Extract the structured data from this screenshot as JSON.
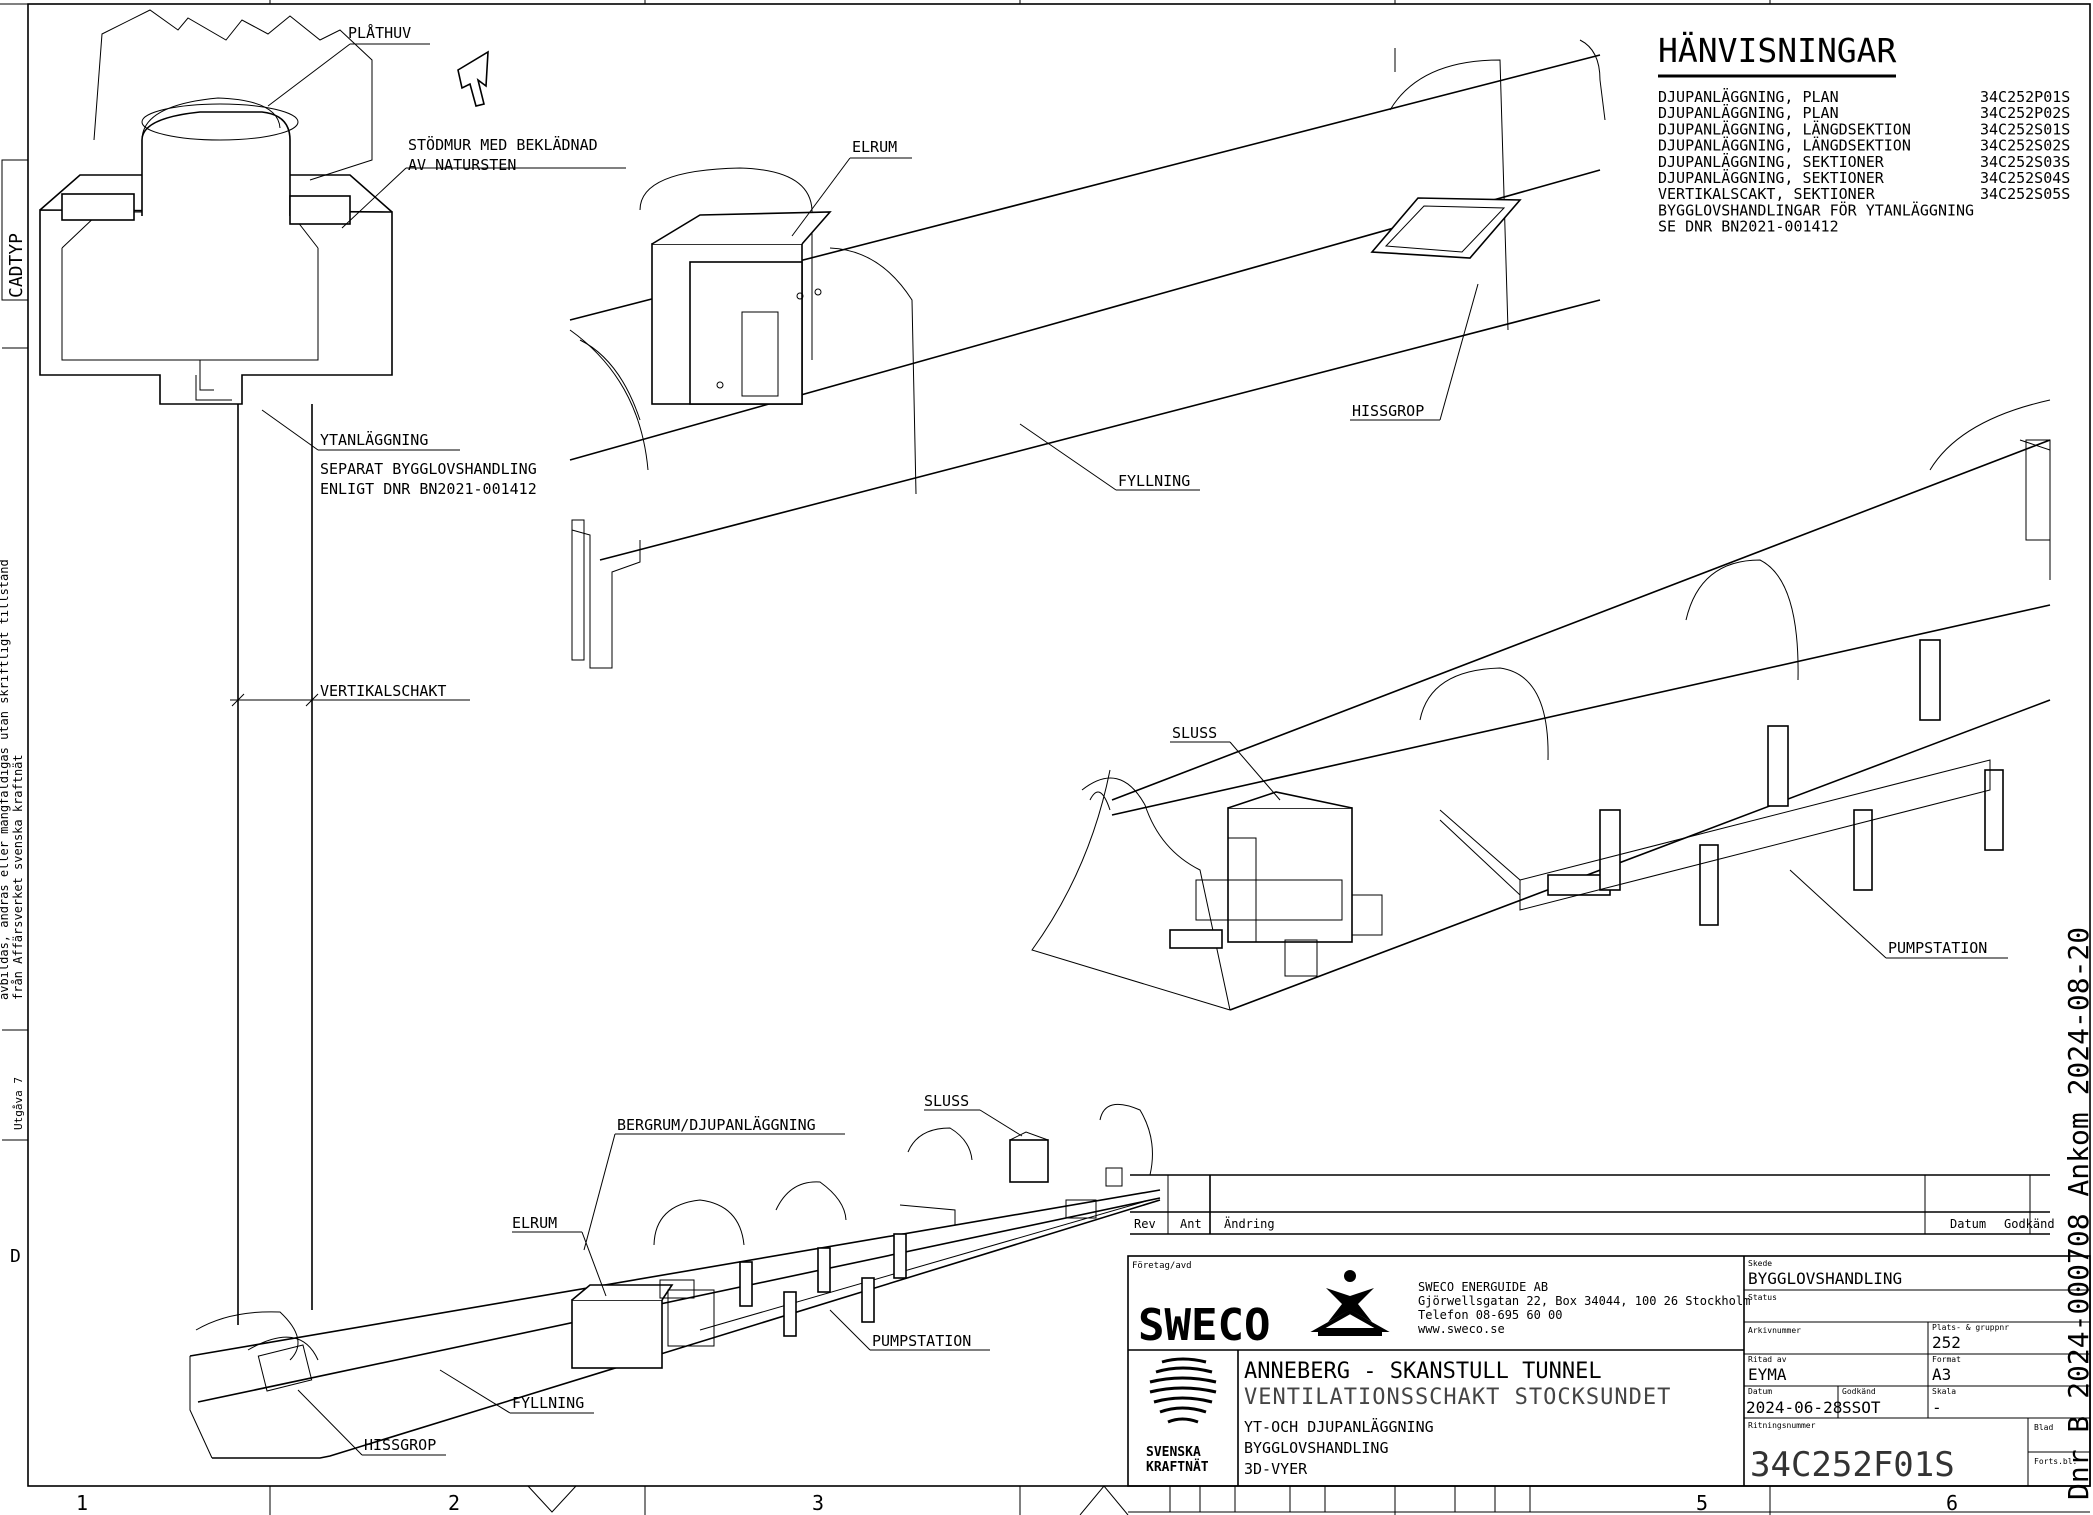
{
  "labels": {
    "plathuv": "PLÅTHUV",
    "stodmur_1": "STÖDMUR MED BEKLÄDNAD",
    "stodmur_2": "AV NATURSTEN",
    "elrum_top": "ELRUM",
    "ytanlaggning": "YTANLÄGGNING",
    "separat_1": "SEPARAT BYGGLOVSHANDLING",
    "separat_2": "ENLIGT DNR BN2021-001412",
    "hissgrop_top": "HISSGROP",
    "fyllning_top": "FYLLNING",
    "vertikalschakt": "VERTIKALSCHAKT",
    "sluss_right": "SLUSS",
    "pumpstation_right": "PUMPSTATION",
    "bergrum": "BERGRUM/DJUPANLÄGGNING",
    "sluss_bottom": "SLUSS",
    "elrum_bottom": "ELRUM",
    "pumpstation_bottom": "PUMPSTATION",
    "fyllning_bottom": "FYLLNING",
    "hissgrop_bottom": "HISSGROP"
  },
  "references": {
    "title": "HÄNVISNINGAR",
    "rows": [
      {
        "text": "DJUPANLÄGGNING, PLAN",
        "code": "34C252P01S"
      },
      {
        "text": "DJUPANLÄGGNING, PLAN",
        "code": "34C252P02S"
      },
      {
        "text": "DJUPANLÄGGNING, LÄNGDSEKTION",
        "code": "34C252S01S"
      },
      {
        "text": "DJUPANLÄGGNING, LÄNGDSEKTION",
        "code": "34C252S02S"
      },
      {
        "text": "DJUPANLÄGGNING, SEKTIONER",
        "code": "34C252S03S"
      },
      {
        "text": "DJUPANLÄGGNING, SEKTIONER",
        "code": "34C252S04S"
      },
      {
        "text": "VERTIKALSCAKT,  SEKTIONER",
        "code": "34C252S05S"
      },
      {
        "text": "BYGGLOVSHANDLINGAR FÖR YTANLÄGGNING",
        "code": ""
      },
      {
        "text": "SE DNR BN2021-001412",
        "code": ""
      }
    ]
  },
  "left_margin": {
    "cadtyp": "CADTYP",
    "note_1": "avbildas, ändras eller mångfaldigas utan skriftligt tillstånd",
    "note_2": "från Affärsverket svenska kraftnät",
    "utgava": "Utgåva 7",
    "d_mark": "D"
  },
  "right_margin": {
    "stamp": "Dnr B 2024-000708 Ankom 2024-08-20"
  },
  "grid": {
    "columns": [
      "1",
      "2",
      "3",
      "5",
      "6"
    ]
  },
  "revision": {
    "rev": "Rev",
    "ant": "Ant",
    "andring": "Ändring",
    "datum": "Datum",
    "godkand": "Godkänd"
  },
  "titleblock": {
    "foretag_label": "Företag/avd",
    "company_logo": "SWECO",
    "company_name": "SWECO ENERGUIDE AB",
    "company_address": "Gjörwellsgatan 22, Box 34044, 100 26 Stockholm",
    "company_phone": "Telefon 08-695 60 00",
    "company_web": "www.sweco.se",
    "owner_1": "SVENSKA",
    "owner_2": "KRAFTNÄT",
    "project": "ANNEBERG - SKANSTULL TUNNEL",
    "subproject": "VENTILATIONSSCHAKT STOCKSUNDET",
    "desc_1": "YT-OCH DJUPANLÄGGNING",
    "desc_2": "BYGGLOVSHANDLING",
    "desc_3": "3D-VYER",
    "skede_label": "Skede",
    "skede": "BYGGLOVSHANDLING",
    "status_label": "Status",
    "arkiv_label": "Arkivnummer",
    "plats_label": "Plats- & gruppnr",
    "plats": "252",
    "ritad_label": "Ritad av",
    "ritad": "EYMA",
    "format_label": "Format",
    "format": "A3",
    "datum_label": "Datum",
    "datum": "2024-06-28",
    "godkand_label": "Godkänd",
    "godkand": "SSOT",
    "skala_label": "Skala",
    "skala": "-",
    "ritnr_label": "Ritningsnummer",
    "ritnr": "34C252F01S",
    "blad_label": "Blad",
    "forts_label": "Forts.bl."
  }
}
